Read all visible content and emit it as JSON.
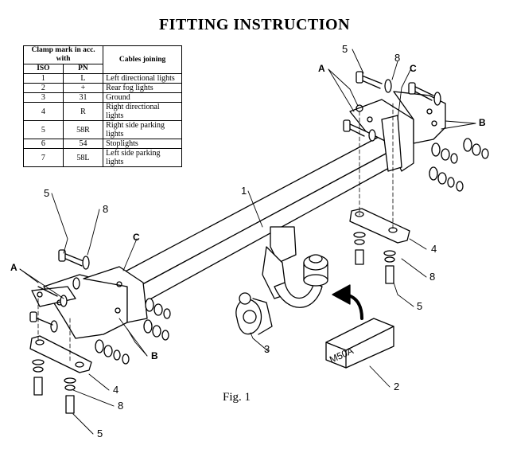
{
  "title": "FITTING INSTRUCTION",
  "table": {
    "header_clamp": "Clamp mark in acc. with",
    "header_cables": "Cables joining",
    "header_iso": "ISO",
    "header_pn": "PN",
    "rows": [
      {
        "iso": "1",
        "pn": "L",
        "desc": "Left directional lights"
      },
      {
        "iso": "2",
        "pn": "+",
        "desc": "Rear fog lights"
      },
      {
        "iso": "3",
        "pn": "31",
        "desc": "Ground"
      },
      {
        "iso": "4",
        "pn": "R",
        "desc": "Right directional lights"
      },
      {
        "iso": "5",
        "pn": "58R",
        "desc": "Right side parking lights"
      },
      {
        "iso": "6",
        "pn": "54",
        "desc": "Stoplights"
      },
      {
        "iso": "7",
        "pn": "58L",
        "desc": "Left side parking lights"
      }
    ]
  },
  "callouts": {
    "c1": "1",
    "c2": "2",
    "c3": "3",
    "c4_right": "4",
    "c4_left": "4",
    "c5_top": "5",
    "c5_left": "5",
    "c5_right": "5",
    "c5_bottom": "5",
    "c8_top": "8",
    "c8_left": "8",
    "c8_right": "8",
    "c8_bottom": "8",
    "a_right": "A",
    "a_left": "A",
    "b_right": "B",
    "b_left": "B",
    "c_right": "C",
    "c_left": "C"
  },
  "plate_label": "M50A",
  "figure_caption": "Fig. 1"
}
